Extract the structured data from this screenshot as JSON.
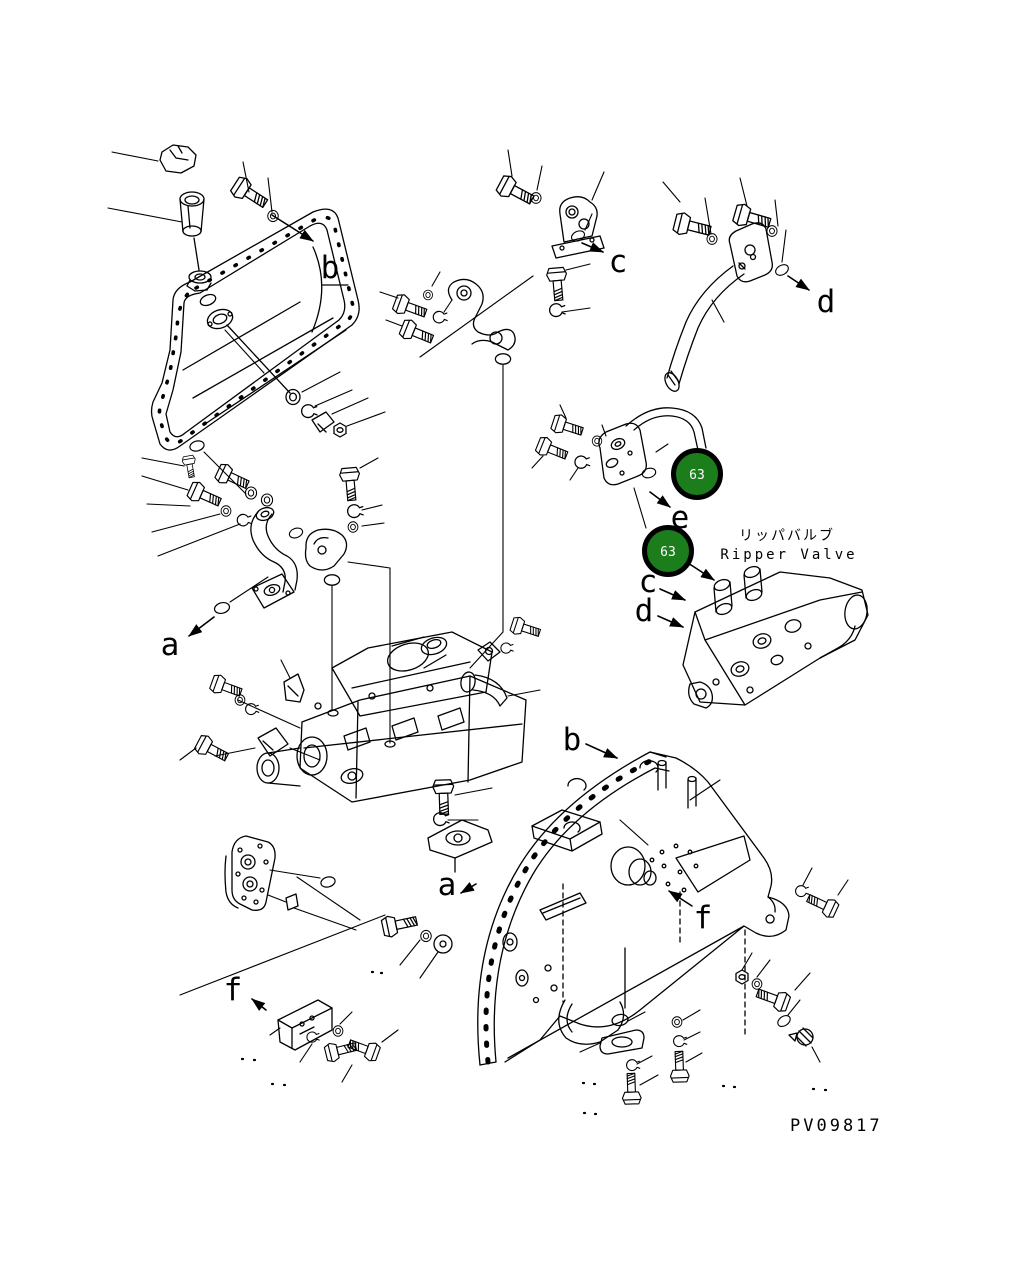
{
  "figure": {
    "code": "PV09817"
  },
  "captions": {
    "ripper_valve_jp": "リッパバルブ",
    "ripper_valve_en": "Ripper Valve"
  },
  "badges": [
    {
      "label": "63"
    },
    {
      "label": "63"
    }
  ],
  "callouts": [
    {
      "letter": "b"
    },
    {
      "letter": "c"
    },
    {
      "letter": "d"
    },
    {
      "letter": "e"
    },
    {
      "letter": "a"
    },
    {
      "letter": "c"
    },
    {
      "letter": "d"
    },
    {
      "letter": "b"
    },
    {
      "letter": "a"
    },
    {
      "letter": "f"
    },
    {
      "letter": "f"
    }
  ],
  "colors": {
    "background": "#ffffff",
    "line": "#000000",
    "badge_fill": "#1b7d1b",
    "badge_ring": "#000000",
    "badge_text": "#ffffff"
  }
}
